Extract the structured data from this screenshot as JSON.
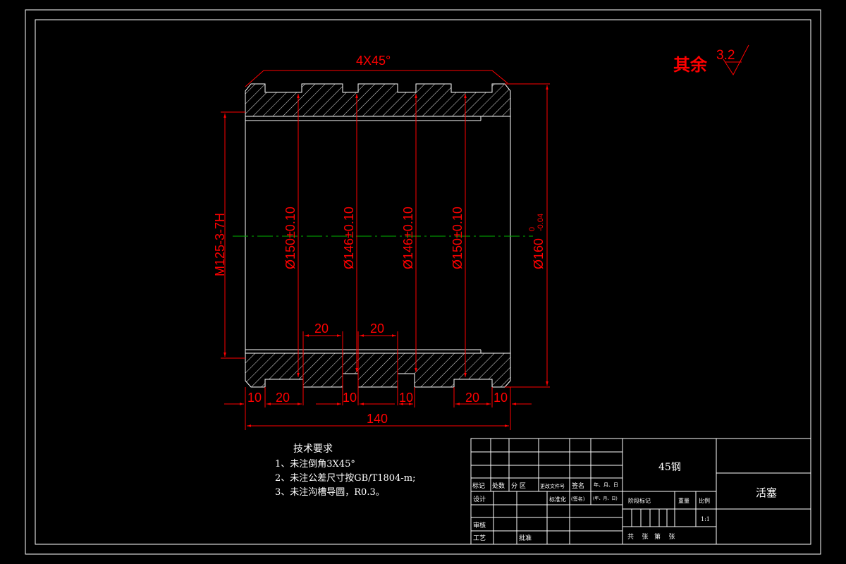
{
  "roughness": {
    "label": "其余",
    "value": "3.2"
  },
  "dimensions": {
    "chamfer": "4X45°",
    "thread": "M125-3-7H",
    "d150_left": "Ø150±0.10",
    "d146_left": "Ø146±0.10",
    "d146_right": "Ø146±0.10",
    "d150_right": "Ø150±0.10",
    "d160": "Ø160",
    "d160_upper": "0",
    "d160_lower": "-0.04",
    "w20_a": "20",
    "w20_b": "20",
    "b10_1": "10",
    "b20_1": "20",
    "b10_2": "10",
    "b10_3": "10",
    "b20_2": "20",
    "b10_4": "10",
    "total": "140"
  },
  "requirements": {
    "title": "技术要求",
    "items": [
      "1、未注倒角3X45°",
      "2、未注公差尺寸按GB/T1804-m;",
      "3、未注沟槽导圆，R0.3。"
    ]
  },
  "title_block": {
    "material": "45钢",
    "part_name": "活塞",
    "headers": [
      "标记",
      "处数",
      "分 区",
      "更改文件号",
      "签名",
      "年、月、日"
    ],
    "design": "设计",
    "standardize": "标准化",
    "signature": "(签名)",
    "date_sig": "(年、月、日)",
    "stage_mark": "阶段标记",
    "weight": "重量",
    "scale_label": "比例",
    "scale": "1:1",
    "review": "审核",
    "process": "工艺",
    "approve": "批准",
    "sheets": "共    张   第    张"
  },
  "colors": {
    "background": "#000000",
    "lines": "#ffffff",
    "dims": "#ff0000",
    "center": "#00b400"
  }
}
